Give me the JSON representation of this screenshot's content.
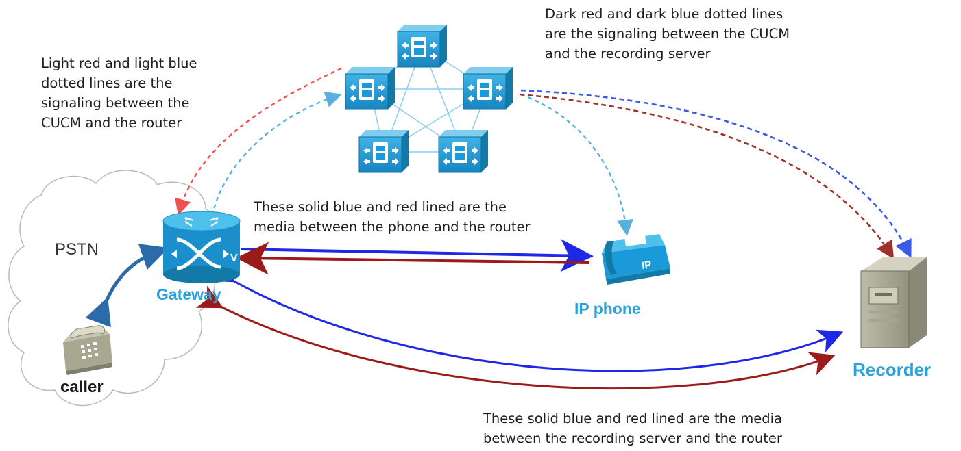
{
  "notes": {
    "light_lines": "Light red and light blue\ndotted lines are the\nsignaling between the\nCUCM and the router",
    "dark_lines": "Dark red and dark blue dotted lines\nare the signaling between the CUCM\nand the recording server",
    "phone_media": "These solid blue and red lined are the\nmedia between the phone and the router",
    "recorder_media": "These solid blue and red lined are the media\nbetween the recording server and the router"
  },
  "nodes": {
    "pstn": "PSTN",
    "caller": "caller",
    "gateway": "Gateway",
    "ip_phone": "IP phone",
    "recorder": "Recorder",
    "router_badge": "V",
    "phone_badge": "IP"
  },
  "colors": {
    "light_red": "#f0504e",
    "light_blue": "#5ab0dc",
    "dark_red": "#a0322c",
    "dark_blue": "#3c5ae6",
    "media_blue": "#1e28e6",
    "media_red": "#9b1a1a",
    "cisco_blue": "#1a9ad8",
    "label_blue": "#2aa3da",
    "caller_arrow": "#2d6aa8"
  }
}
